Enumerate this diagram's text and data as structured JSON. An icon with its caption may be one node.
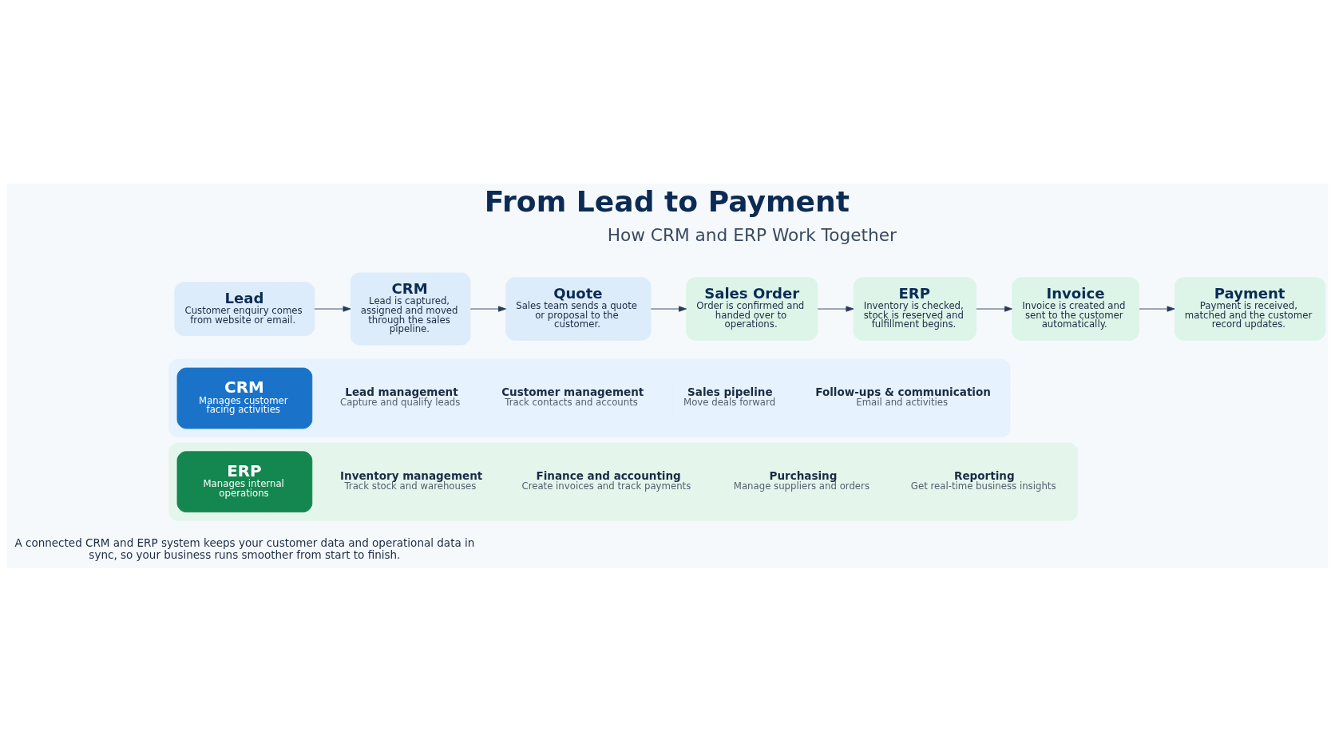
{
  "diagram": {
    "title": "From Lead to Payment",
    "caption": "A connected CRM and ERP system keeps your customer data and operational data in sync, so your business runs smoother from start to finish.",
    "nodes": [
      {
        "text": [
          "Lead",
          "Customer enquiry comes from website or email."
        ]
      },
      {
        "text": [
          "CRM",
          "Lead is captured, assigned and moved through the sales pipeline."
        ]
      },
      {
        "text": [
          "Quote",
          "Sales team sends a quote or proposal to the customer."
        ]
      },
      {
        "text": [
          "Sales Order",
          "Order is confirmed and handed over to operations."
        ]
      },
      {
        "text": [
          "ERP",
          "Inventory is checked, stock is reserved and fulfillment begins."
        ]
      },
      {
        "text": [
          "Invoice",
          "Invoice is created and sent to the customer automatically."
        ]
      },
      {
        "text": [
          "Payment",
          "Payment is received, matched and the customer record updates."
        ]
      },
      {
        "text": [],
        "shape": "box"
      },
      {
        "text": [
          "CRM",
          "Manages customer facing activities"
        ],
        "in": 7
      },
      {
        "text": [
          "Lead management",
          "Capture and qualify leads"
        ],
        "in": 7
      },
      {
        "text": [
          "Customer management",
          "Track contacts and accounts"
        ],
        "in": 7
      },
      {
        "text": [
          "Sales pipeline",
          "Move deals forward"
        ],
        "in": 7
      },
      {
        "text": [
          "Follow-ups & communication",
          "Email and activities"
        ],
        "in": 7
      },
      {
        "text": [],
        "shape": "box"
      },
      {
        "text": [
          "ERP",
          "Manages internal operations"
        ],
        "in": 13
      },
      {
        "text": [
          "Inventory management",
          "Track stock and warehouses"
        ],
        "in": 13
      },
      {
        "text": [
          "Finance and accounting",
          "Create invoices and track payments"
        ],
        "in": 13
      },
      {
        "text": [
          "Purchasing",
          "Manage suppliers and orders"
        ],
        "in": 13
      },
      {
        "text": [
          "Reporting",
          "Get real-time business insights"
        ],
        "in": 13
      }
    ],
    "edges": [
      {
        "from": 0,
        "to": 1,
        "arrow": "to"
      },
      {
        "from": 1,
        "to": 2,
        "arrow": "to"
      },
      {
        "from": 2,
        "to": 3,
        "arrow": "to"
      },
      {
        "from": 3,
        "to": 4,
        "arrow": "to"
      },
      {
        "from": 4,
        "to": 5,
        "arrow": "to"
      },
      {
        "from": 5,
        "to": 6,
        "arrow": "to"
      }
    ],
    "labels": [
      "How CRM and ERP Work Together"
    ]
  }
}
